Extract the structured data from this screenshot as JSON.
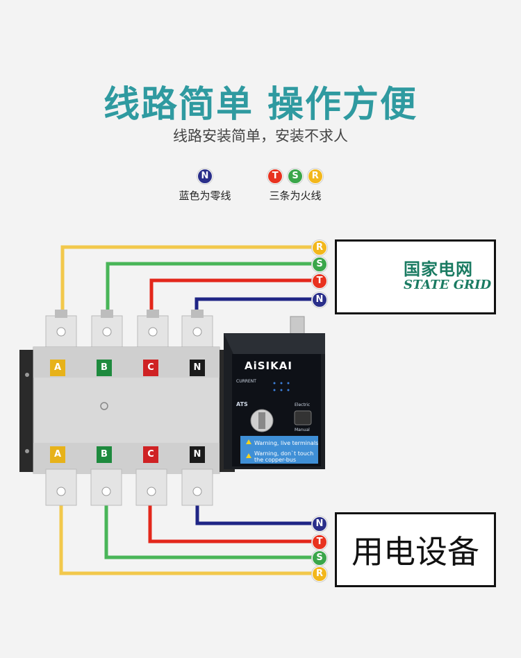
{
  "header": {
    "title": "线路简单  操作方便",
    "subtitle": "线路安装简单，安装不求人"
  },
  "legend": {
    "neutral": {
      "letter": "N",
      "label": "蓝色为零线"
    },
    "live": {
      "letters": [
        "T",
        "S",
        "R"
      ],
      "label": "三条为火线"
    }
  },
  "wire_terminals_top": [
    "R",
    "S",
    "T",
    "N"
  ],
  "wire_terminals_bottom": [
    "N",
    "T",
    "S",
    "R"
  ],
  "source_box": {
    "name_cn": "国家电网",
    "name_en": "STATE GRID"
  },
  "load_box": {
    "label": "用电设备"
  },
  "switch": {
    "phases_top": [
      "A",
      "B",
      "C",
      "N"
    ],
    "phases_bottom": [
      "A",
      "B",
      "C",
      "N"
    ],
    "brand": "AiSIKAI",
    "model_label": "ATS",
    "current_label": "CURRENT",
    "mode_labels": {
      "electric": "Electric",
      "manual": "Manual"
    },
    "warnings": [
      "Warning, live terminals",
      "Warning, don`t touch",
      "the copper-bus"
    ]
  },
  "colors": {
    "R": "#f2c84b",
    "S": "#49b558",
    "T": "#e3271b",
    "N": "#1f2585",
    "A": "#e7b21a",
    "B": "#1e8a3e",
    "C": "#cf2224",
    "phaseN": "#1b1b1b",
    "title": "#2f9aa0"
  }
}
